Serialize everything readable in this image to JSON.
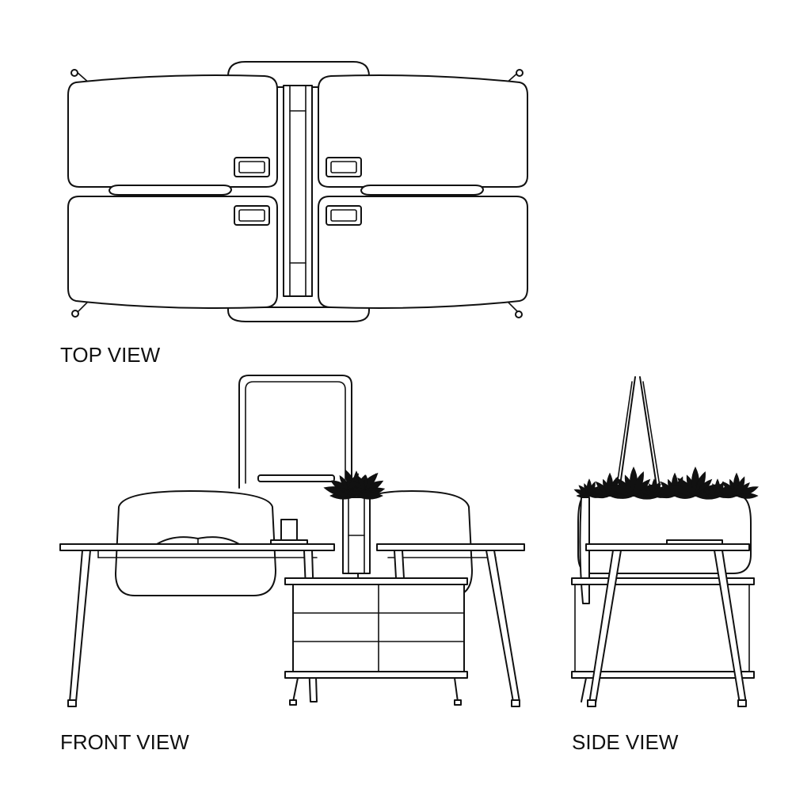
{
  "labels": {
    "top_view": "TOP VIEW",
    "front_view": "FRONT VIEW",
    "side_view": "SIDE VIEW"
  },
  "colors": {
    "line": "#111111",
    "background": "#ffffff"
  }
}
